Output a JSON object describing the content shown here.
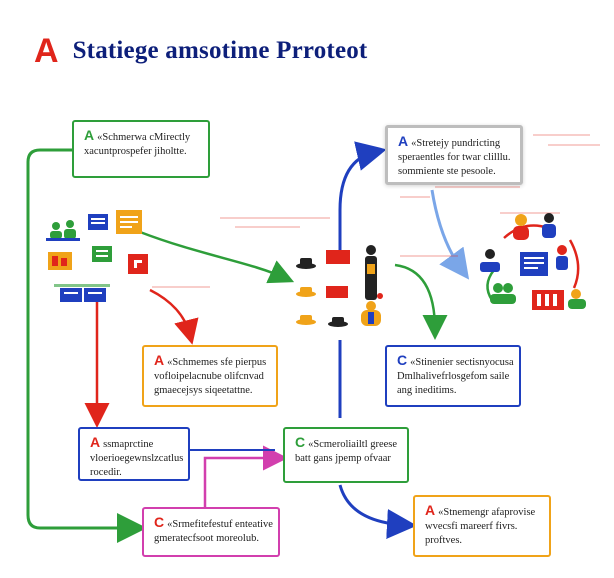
{
  "header": {
    "logo_letter": "A",
    "title": "Statiege amsotime Prroteot"
  },
  "boxes": [
    {
      "id": "b1",
      "letter": "A",
      "head": "«Schmerwa cMirectly",
      "lines": [
        "xacuntprospefer jiholtte."
      ],
      "color": "#2e9e3a"
    },
    {
      "id": "b2",
      "letter": "A",
      "head": "«Stretejy pundricting",
      "lines": [
        "speraentles for twar clilllu.",
        "sommiente ste pesoole."
      ],
      "color": "#bdbdbd"
    },
    {
      "id": "b3",
      "letter": "A",
      "head": "«Schmemes sfe pierpus",
      "lines": [
        "vofloipelacnube olifcnvad",
        "gmaecejsys siqeetattne."
      ],
      "color": "#f0a319"
    },
    {
      "id": "b4",
      "letter": "C",
      "head": "«Stinenier sectisnyocusa",
      "lines": [
        "Dmlhalivefrlosgefom saile",
        "ang ineditims."
      ],
      "color": "#1f3fbf"
    },
    {
      "id": "b5",
      "letter": "A",
      "head": "ssmaprctine",
      "lines": [
        "vloerioegewnslzcatlus",
        "rocedir."
      ],
      "color": "#1f3fbf"
    },
    {
      "id": "b6",
      "letter": "C",
      "head": "«Scmeroliailtl greese",
      "lines": [
        "batt gans jpemp ofvaar"
      ],
      "color": "#2e9e3a"
    },
    {
      "id": "b7",
      "letter": "C",
      "head": "«Srmefitefestuf enteative",
      "lines": [
        "gmeratecfsoot moreolub."
      ],
      "color": "#d23fae"
    },
    {
      "id": "b8",
      "letter": "A",
      "head": "«Stnemengr afaprovise",
      "lines": [
        "wvecsfi mareerf fivrs.",
        "proftves."
      ],
      "color": "#f0a319"
    }
  ],
  "colors": {
    "green": "#2e9e3a",
    "blue": "#1f3fbf",
    "red": "#e0251b",
    "orange": "#f0a319",
    "magenta": "#d23fae",
    "gray": "#bdbdbd",
    "lightblue": "#7aa6e8"
  },
  "icons": [
    "document-icon",
    "people-icon",
    "chart-icon",
    "hat-icon",
    "bottle-icon",
    "workflow-icon"
  ]
}
